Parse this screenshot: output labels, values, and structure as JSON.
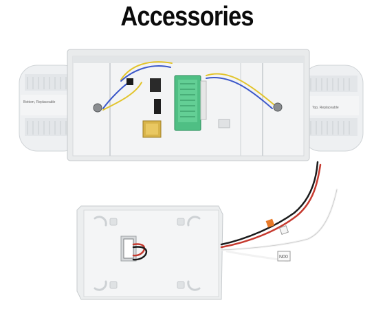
{
  "title": "Accessories",
  "photo": {
    "description_labels": {
      "left_lamp_text": "Bottom, Replaceable",
      "right_lamp_text": "Top, Replaceable",
      "small_tag_text": "N00"
    },
    "colors": {
      "background": "#ffffff",
      "housing": "#e9ebec",
      "housing_shadow": "#c9cdd1",
      "pcb_green": "#4fbf84",
      "transformer_yellow": "#d8b44a",
      "wire_yellow": "#e2c42c",
      "wire_blue": "#3b57c9",
      "wire_red": "#c63a2f",
      "wire_black": "#1b1b1b",
      "wire_white": "#f2f2f2",
      "label_orange": "#e87a2a"
    }
  }
}
